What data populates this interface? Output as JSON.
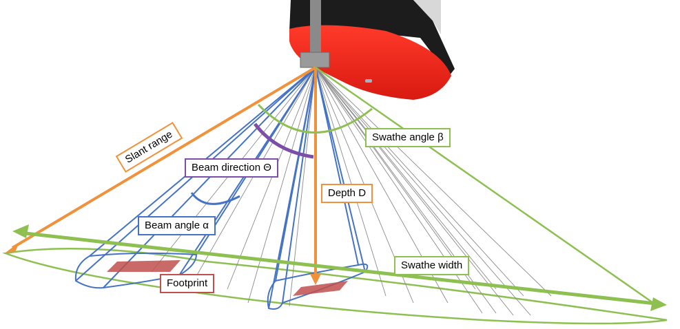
{
  "labels": {
    "slant_range": "Slant range",
    "beam_direction": "Beam direction Θ",
    "beam_angle": "Beam angle α",
    "depth": "Depth D",
    "swathe_angle": "Swathe angle β",
    "swathe_width": "Swathe width",
    "footprint": "Footprint"
  },
  "colors": {
    "slant_range": "#f0913c",
    "beam_direction": "#7b4fa8",
    "beam_angle": "#4472c4",
    "depth": "#f0913c",
    "swathe_angle": "#8dc051",
    "swathe_width": "#8dc051",
    "footprint": "#c0504d",
    "hull": "#ff2a1a",
    "hull_top": "#1a1a1a"
  }
}
